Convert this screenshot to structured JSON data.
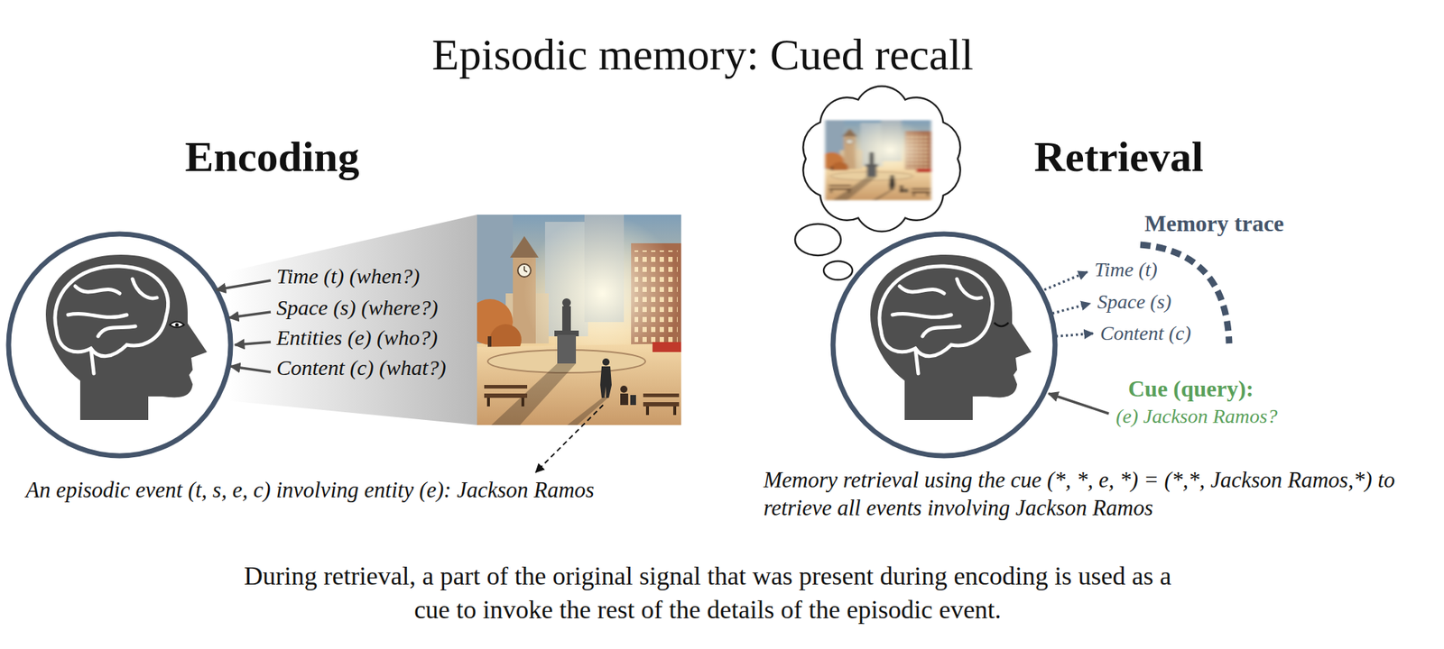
{
  "diagram": {
    "title": "Episodic memory: Cued recall",
    "caption": "During retrieval, a part of the original signal that was present during encoding is used as a cue to invoke the rest of the details of the episodic event.",
    "labels": [
      "Encoding",
      "Time (t) (when?)",
      "Space (s) (where?)",
      "Entities (e) (who?)",
      "Content (c) (what?)",
      "An episodic event (t, s, e, c) involving entity (e): Jackson Ramos",
      "Retrieval",
      "Memory trace",
      "Time (t)",
      "Space (s)",
      "Content (c)",
      "Cue (query):",
      "(e) Jackson Ramos?",
      "Memory retrieval using the cue (*, *, e, *) = (*,*, Jackson Ramos,*) to retrieve all events involving Jackson Ramos"
    ]
  }
}
